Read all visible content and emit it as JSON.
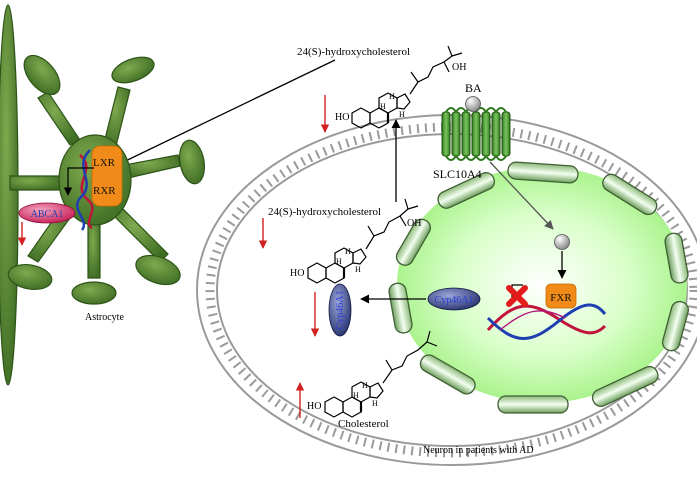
{
  "labels": {
    "hydroxy_top": "24(S)-hydroxycholesterol",
    "hydroxy_mid": "24(S)-hydroxycholesterol",
    "cholesterol": "Cholesterol",
    "ba": "BA",
    "transporter": "SLC10A4",
    "fxr": "FXR",
    "cyp_enzyme": "Cyp46A1",
    "cyp_protein": "Cyp46A1",
    "abca1": "ABCA1",
    "lxr": "LXR",
    "rxr": "RXR",
    "astrocyte": "Astrocyte",
    "neuron": "Neuron in patients with AD",
    "ho": "HO",
    "oh": "OH",
    "h": "H"
  },
  "colors": {
    "astrocyte_green": "#4f7f2e",
    "nucleus_green": "#c6fbb0",
    "membrane_grey": "#9a9a9a",
    "down_arrow_red": "#d22020",
    "receptor_orange": "#f08a18",
    "abca1_pink": "#d6205c",
    "cyp_navy": "#1f2a66",
    "dna_red": "#c0143c",
    "dna_blue": "#1d3fb0"
  },
  "regulation": {
    "hydroxy_top": "decreased",
    "hydroxy_mid": "decreased",
    "cyp_protein": "decreased",
    "cholesterol": "increased",
    "abca1": "decreased",
    "fxr_transcription": "blocked"
  },
  "icons": [
    "membrane-bilayer",
    "red-cross-icon",
    "dna-helix-icon",
    "ball-ligand-icon"
  ]
}
